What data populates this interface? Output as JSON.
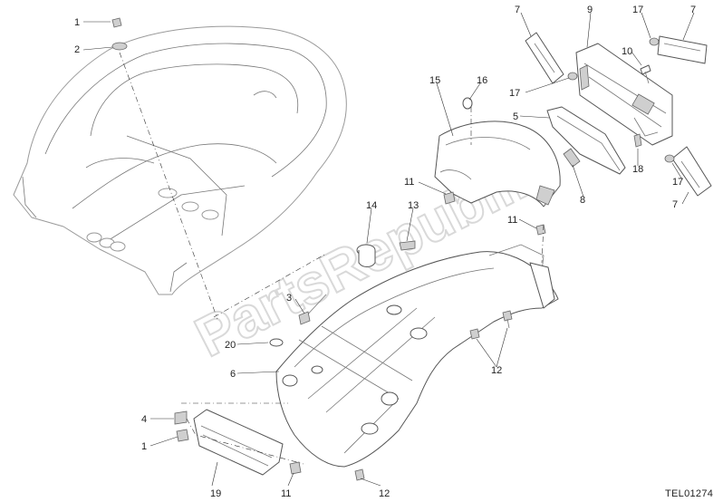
{
  "diagram": {
    "reference_code": "TEL01274",
    "watermark_text": "PartsRepublik",
    "callouts": [
      "1",
      "2",
      "7",
      "9",
      "17",
      "7",
      "10",
      "15",
      "16",
      "5",
      "17",
      "18",
      "17",
      "7",
      "11",
      "8",
      "14",
      "13",
      "11",
      "3",
      "20",
      "6",
      "12",
      "4",
      "1",
      "19",
      "11",
      "12"
    ]
  }
}
